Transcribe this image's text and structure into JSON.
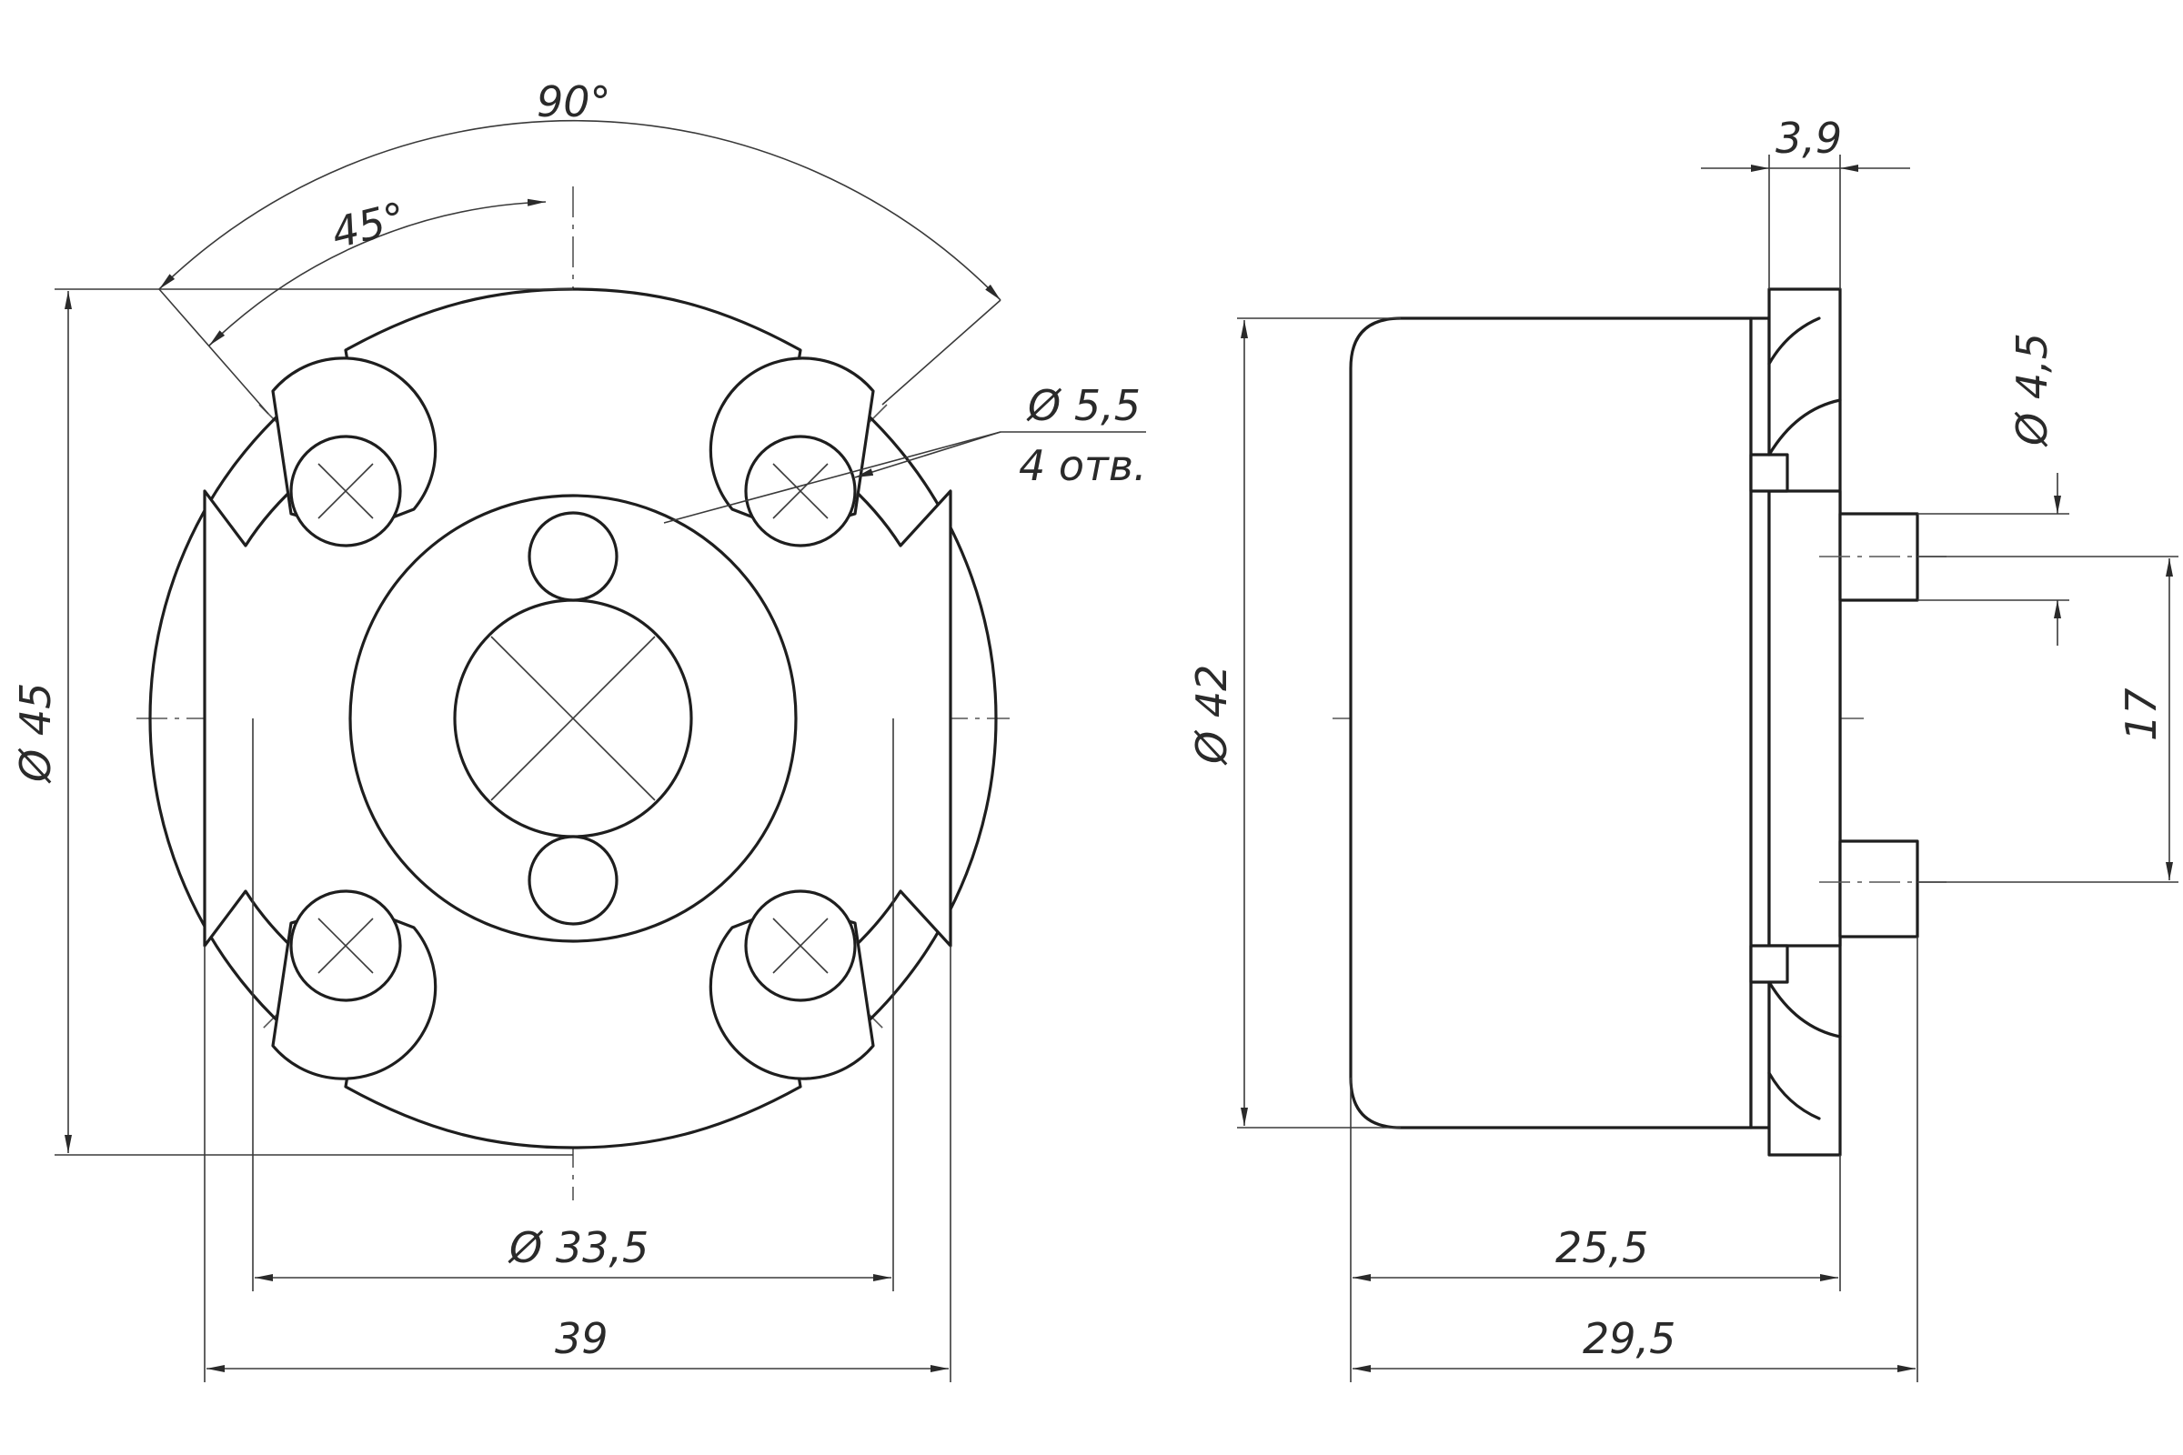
{
  "drawing": {
    "front_view": {
      "angle_outer": "90°",
      "angle_inner": "45°",
      "outer_diameter": "Ø 45",
      "hole_diameter": "Ø 5,5",
      "hole_count": "4 отв.",
      "bolt_circle_diameter": "Ø 33,5",
      "overall_width": "39"
    },
    "side_view": {
      "body_diameter": "Ø 42",
      "flange_thickness": "3,9",
      "pin_diameter": "Ø 4,5",
      "pin_spacing": "17",
      "body_length": "25,5",
      "overall_length": "29,5"
    }
  }
}
